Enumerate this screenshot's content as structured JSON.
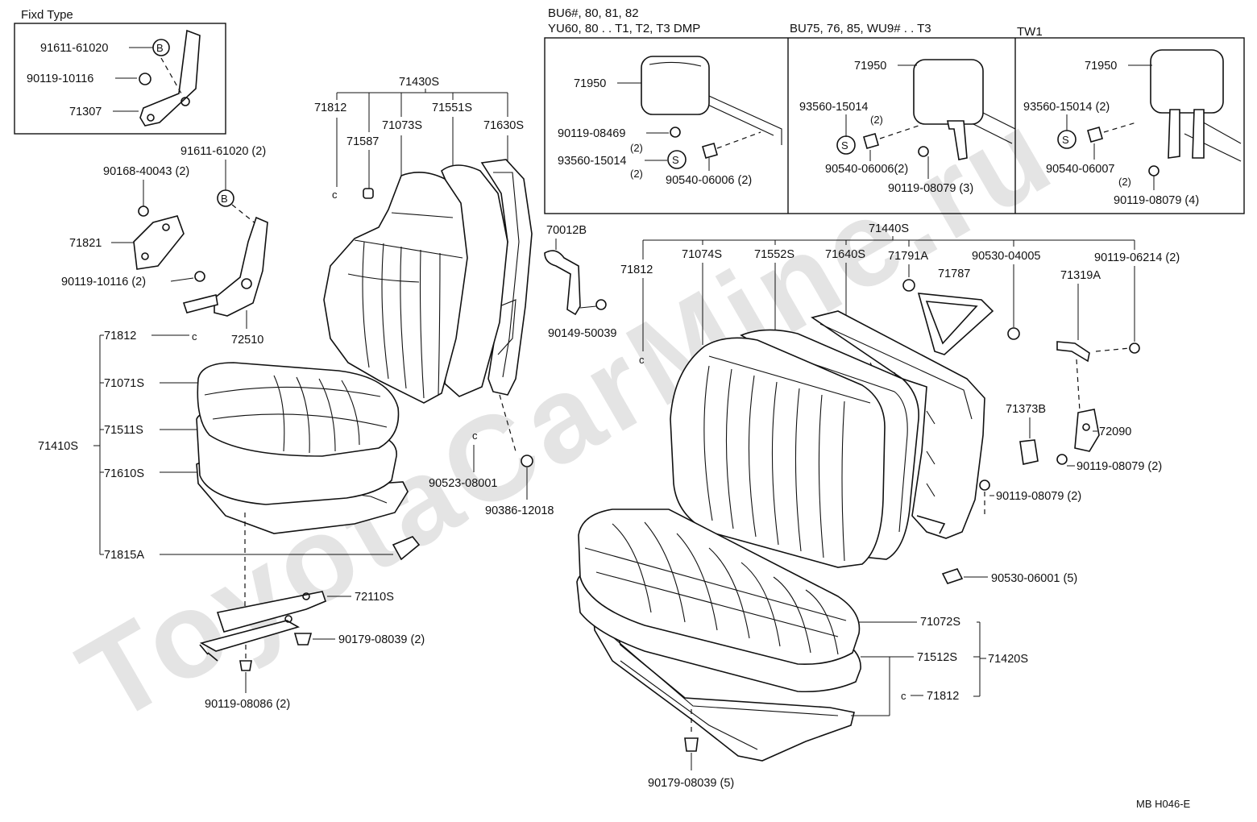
{
  "headers": {
    "fixed_type": "Fixd Type",
    "variant1_line1": "BU6#, 80, 81, 82",
    "variant1_line2": "YU60, 80 . . T1, T2, T3 DMP",
    "variant2": "BU75, 76, 85, WU9# . . T3",
    "variant3": "TW1"
  },
  "watermark": "ToyotaCarMine.ru",
  "drawing_code": "MB H046-E",
  "labels": {
    "fx_91611": "91611-61020",
    "fx_90119_10116": "90119-10116",
    "fx_71307": "71307",
    "b1": "B",
    "b2": "B",
    "s1": "S",
    "s2": "S",
    "s3": "S",
    "l_90168": "90168-40043 (2)",
    "l_91611_2": "91611-61020 (2)",
    "l_71821": "71821",
    "l_90119_10116_2": "90119-10116 (2)",
    "l_72510": "72510",
    "l_71430S": "71430S",
    "l_71812_a": "71812",
    "l_71587": "71587",
    "l_71073S": "71073S",
    "l_71551S": "71551S",
    "l_71630S": "71630S",
    "l_71812_b": "71812",
    "l_71071S": "71071S",
    "l_71511S": "71511S",
    "l_71410S": "71410S",
    "l_71610S": "71610S",
    "l_71815A": "71815A",
    "l_90523": "90523-08001",
    "l_90386": "90386-12018",
    "l_72110S": "72110S",
    "l_90179_2": "90179-08039 (2)",
    "l_90119_08086": "90119-08086 (2)",
    "v1_71950": "71950",
    "v1_90119_08469": "90119-08469",
    "v1_q2a": "(2)",
    "v1_93560": "93560-15014",
    "v1_q2b": "(2)",
    "v1_90540": "90540-06006 (2)",
    "v2_71950": "71950",
    "v2_93560": "93560-15014",
    "v2_q2": "(2)",
    "v2_90540": "90540-06006(2)",
    "v2_90119": "90119-08079 (3)",
    "v3_71950": "71950",
    "v3_93560": "93560-15014 (2)",
    "v3_90540": "90540-06007",
    "v3_q2": "(2)",
    "v3_90119": "90119-08079 (4)",
    "l_70012B": "70012B",
    "l_90149": "90149-50039",
    "l_71440S": "71440S",
    "l_71812_c": "71812",
    "l_71074S": "71074S",
    "l_71552S": "71552S",
    "l_71640S": "71640S",
    "l_71791A": "71791A",
    "l_71787": "71787",
    "l_90530_04005": "90530-04005",
    "l_90119_06214": "90119-06214 (2)",
    "l_71319A": "71319A",
    "l_71373B": "71373B",
    "l_72090": "72090",
    "l_90119_08079_2a": "90119-08079 (2)",
    "l_90119_08079_2b": "90119-08079 (2)",
    "l_90530_06001": "90530-06001 (5)",
    "l_71072S": "71072S",
    "l_71512S": "71512S",
    "l_71420S": "71420S",
    "l_71812_d": "71812",
    "l_90179_5": "90179-08039 (5)"
  }
}
